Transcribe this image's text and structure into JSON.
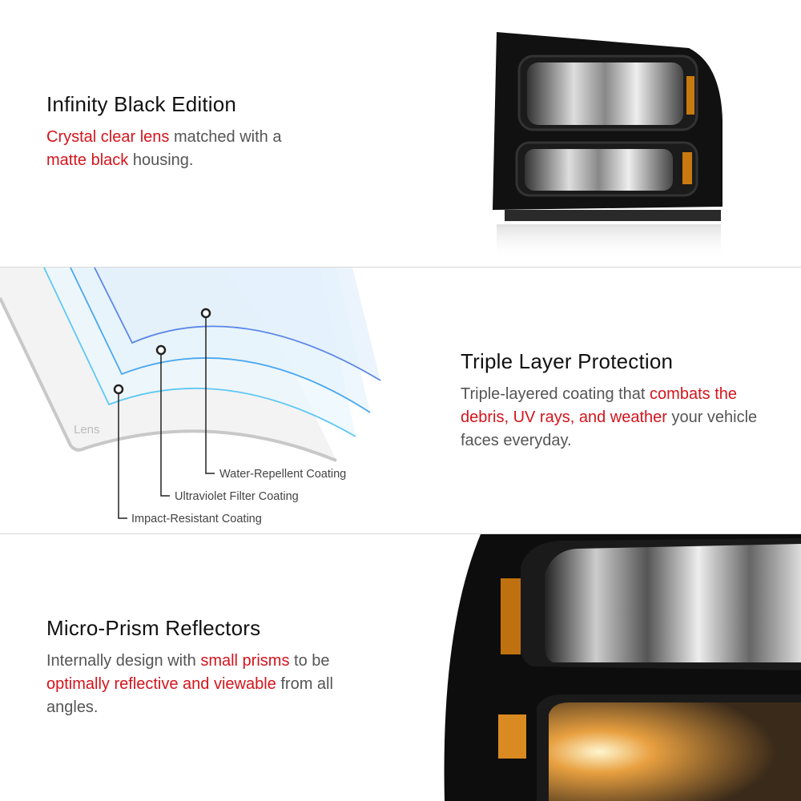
{
  "section1": {
    "title": "Infinity Black Edition",
    "body": [
      {
        "text": "Crystal clear lens",
        "highlight": true
      },
      {
        "text": " matched with a ",
        "highlight": false
      },
      {
        "text": "matte black",
        "highlight": true
      },
      {
        "text": " housing.",
        "highlight": false
      }
    ]
  },
  "section2": {
    "title": "Triple Layer Protection",
    "body": [
      {
        "text": "Triple-layered coating that ",
        "highlight": false
      },
      {
        "text": "combats the debris, UV rays, and weather",
        "highlight": true
      },
      {
        "text": " your vehicle faces everyday.",
        "highlight": false
      }
    ],
    "diagram": {
      "lens_label": "Lens",
      "layers": [
        "Water-Repellent Coating",
        "Ultraviolet Filter Coating",
        "Impact-Resistant Coating"
      ]
    }
  },
  "section3": {
    "title": "Micro-Prism Reflectors",
    "body": [
      {
        "text": "Internally design with ",
        "highlight": false
      },
      {
        "text": "small prisms",
        "highlight": true
      },
      {
        "text": " to be ",
        "highlight": false
      },
      {
        "text": "optimally reflective and viewable",
        "highlight": true
      },
      {
        "text": " from all angles.",
        "highlight": false
      }
    ]
  },
  "colors": {
    "highlight": "#d4141c",
    "text": "#555555",
    "title": "#111111"
  }
}
